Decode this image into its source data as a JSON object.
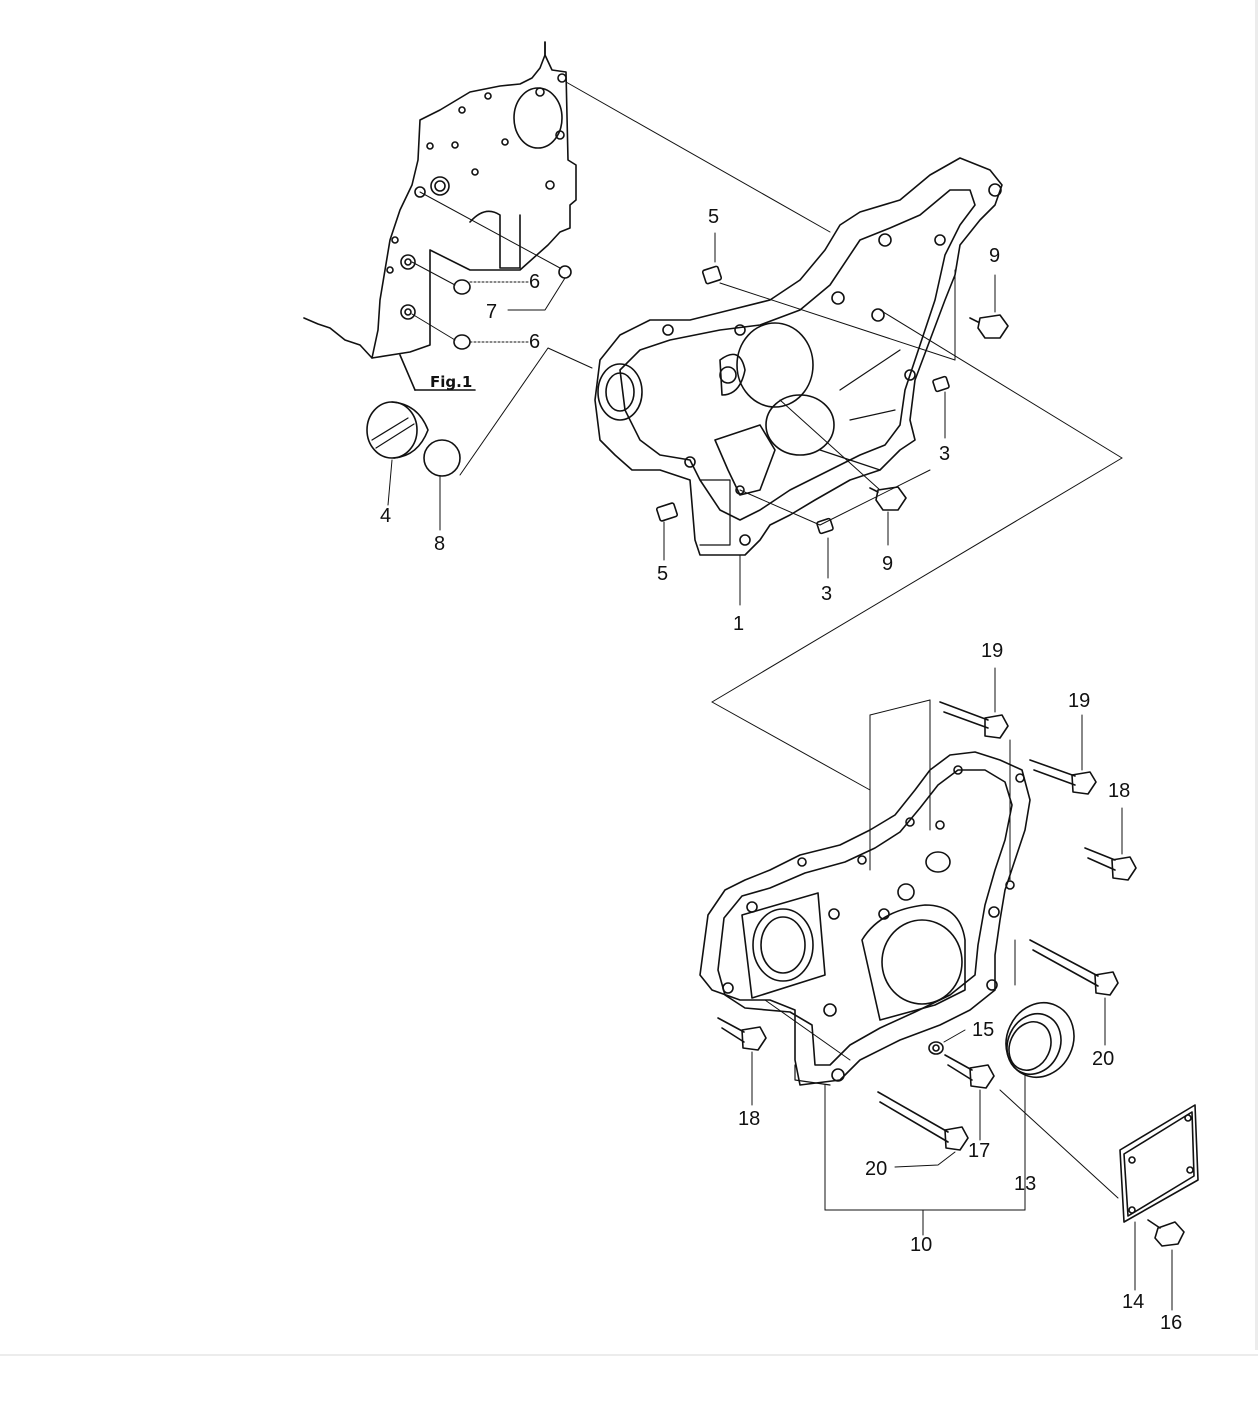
{
  "diagram": {
    "figure_label": "Fig.1",
    "callouts": [
      {
        "id": "c1",
        "text": "1"
      },
      {
        "id": "c3a",
        "text": "3"
      },
      {
        "id": "c3b",
        "text": "3"
      },
      {
        "id": "c4",
        "text": "4"
      },
      {
        "id": "c5a",
        "text": "5"
      },
      {
        "id": "c5b",
        "text": "5"
      },
      {
        "id": "c6a",
        "text": "6"
      },
      {
        "id": "c6b",
        "text": "6"
      },
      {
        "id": "c7",
        "text": "7"
      },
      {
        "id": "c8",
        "text": "8"
      },
      {
        "id": "c9a",
        "text": "9"
      },
      {
        "id": "c9b",
        "text": "9"
      },
      {
        "id": "c10",
        "text": "10"
      },
      {
        "id": "c13",
        "text": "13"
      },
      {
        "id": "c14",
        "text": "14"
      },
      {
        "id": "c15",
        "text": "15"
      },
      {
        "id": "c16",
        "text": "16"
      },
      {
        "id": "c17",
        "text": "17"
      },
      {
        "id": "c18a",
        "text": "18"
      },
      {
        "id": "c18b",
        "text": "18"
      },
      {
        "id": "c19a",
        "text": "19"
      },
      {
        "id": "c19b",
        "text": "19"
      },
      {
        "id": "c20a",
        "text": "20"
      },
      {
        "id": "c20b",
        "text": "20"
      }
    ]
  }
}
